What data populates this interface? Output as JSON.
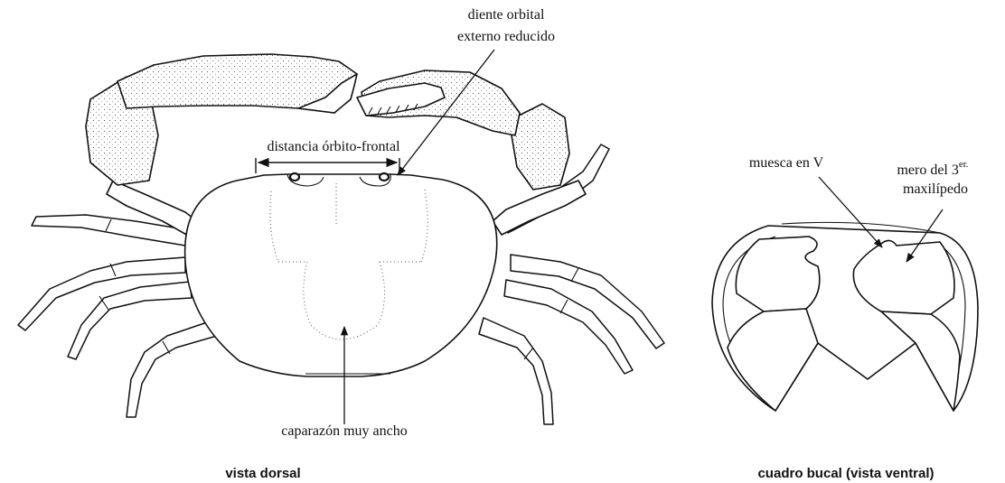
{
  "dorsal": {
    "label_tooth_line1": "diente orbital",
    "label_tooth_line2": "externo reducido",
    "label_distance": "distancia órbito-frontal",
    "label_carapace": "caparazón muy ancho",
    "caption": "vista dorsal"
  },
  "ventral": {
    "label_notch": "muesca en V",
    "label_merus_line1": "mero del 3",
    "label_merus_sup": "er.",
    "label_merus_line2": "maxilípedo",
    "caption": "cuadro bucal (vista ventral)"
  }
}
